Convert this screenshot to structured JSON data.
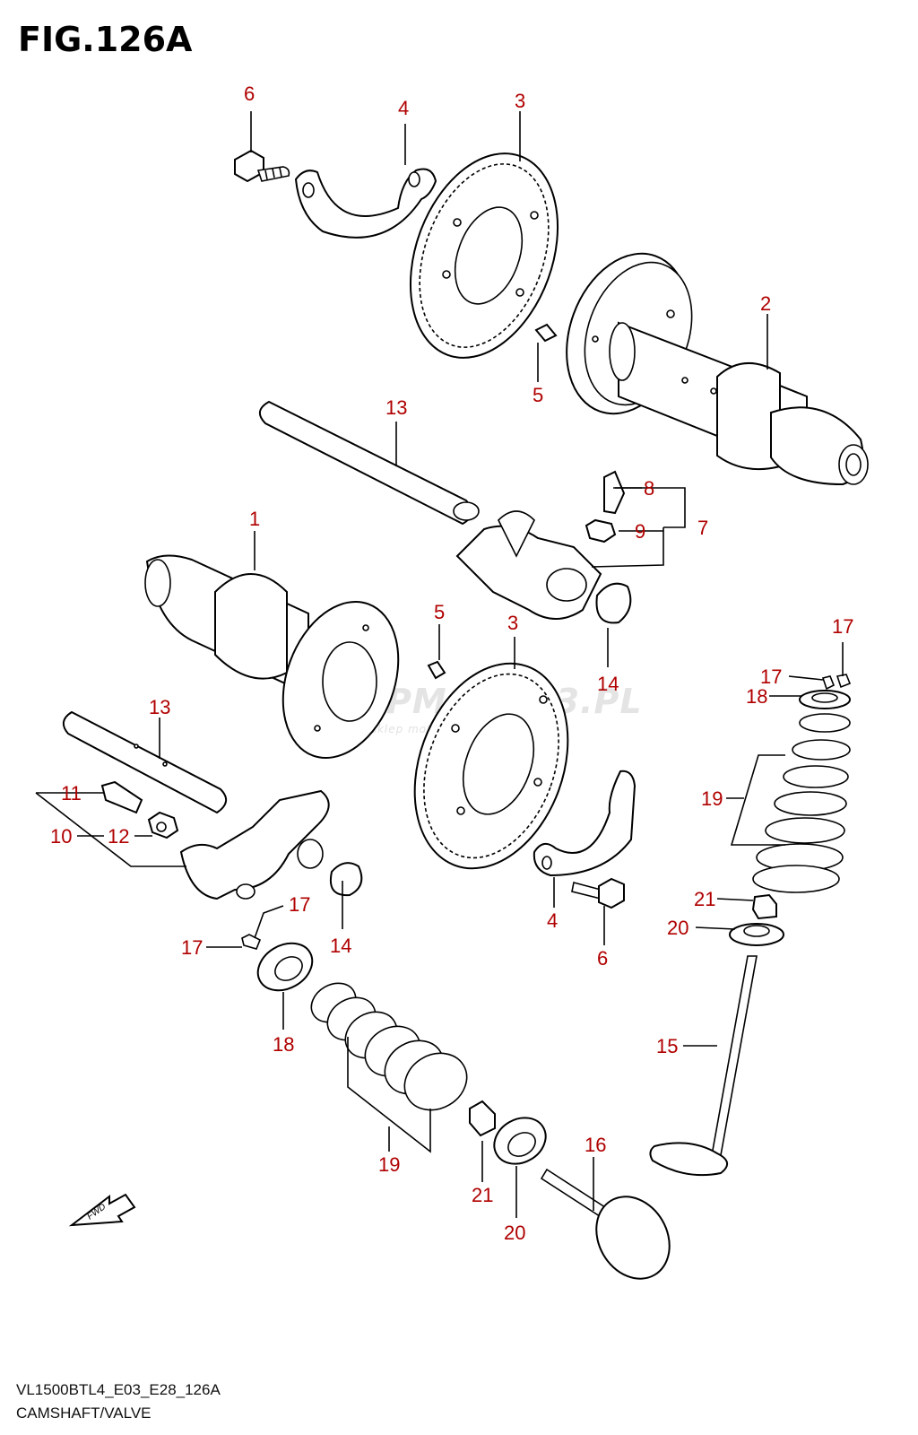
{
  "figure": {
    "title": "FIG.126A",
    "code": "VL1500BTL4_E03_E28_126A",
    "name": "CAMSHAFT/VALVE",
    "watermark": "SKLEPMOTO43.PL",
    "watermark_sub": "internetowy sklep motocyklowy",
    "fwd_label": "FWD"
  },
  "callouts": {
    "c1": "1",
    "c2": "2",
    "c3a": "3",
    "c3b": "3",
    "c4a": "4",
    "c4b": "4",
    "c5a": "5",
    "c5b": "5",
    "c6a": "6",
    "c6b": "6",
    "c7": "7",
    "c8": "8",
    "c9": "9",
    "c10": "10",
    "c11": "11",
    "c12": "12",
    "c13a": "13",
    "c13b": "13",
    "c14a": "14",
    "c14b": "14",
    "c15": "15",
    "c16": "16",
    "c17a": "17",
    "c17b": "17",
    "c17c": "17",
    "c17d": "17",
    "c18a": "18",
    "c18b": "18",
    "c19a": "19",
    "c19b": "19",
    "c20a": "20",
    "c20b": "20",
    "c21a": "21",
    "c21b": "21"
  },
  "colors": {
    "callout": "#b00000",
    "line": "#000000",
    "watermark": "#e4e4e4"
  }
}
